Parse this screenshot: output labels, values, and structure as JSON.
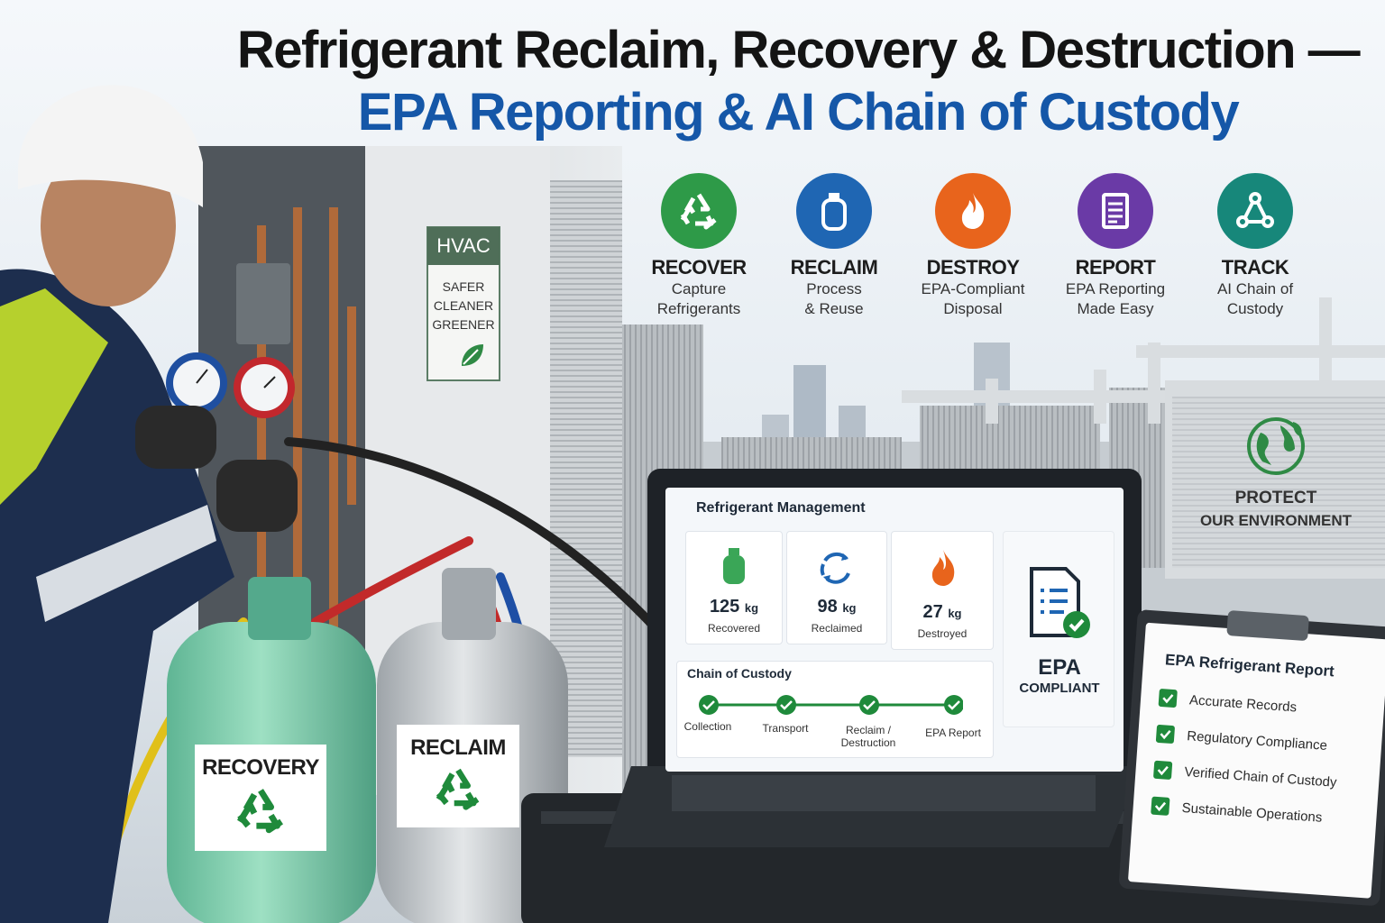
{
  "headline": {
    "line1": "Refrigerant Reclaim, Recovery & Destruction —",
    "line2": "EPA Reporting & AI Chain of Custody"
  },
  "steps": [
    {
      "title": "RECOVER",
      "sub1": "Capture",
      "sub2": "Refrigerants",
      "color": "#2e9a48",
      "icon": "recycle-icon"
    },
    {
      "title": "RECLAIM",
      "sub1": "Process",
      "sub2": "& Reuse",
      "color": "#1f66b3",
      "icon": "cylinder-icon"
    },
    {
      "title": "DESTROY",
      "sub1": "EPA-Compliant",
      "sub2": "Disposal",
      "color": "#e8641c",
      "icon": "flame-icon"
    },
    {
      "title": "REPORT",
      "sub1": "EPA Reporting",
      "sub2": "Made Easy",
      "color": "#6a3aa6",
      "icon": "document-icon"
    },
    {
      "title": "TRACK",
      "sub1": "AI Chain of",
      "sub2": "Custody",
      "color": "#17877a",
      "icon": "network-icon"
    }
  ],
  "hvac_sign": {
    "title": "HVAC",
    "line1": "SAFER",
    "line2": "CLEANER",
    "line3": "GREENER",
    "icon": "leaf-icon"
  },
  "tanks": {
    "recovery": "RECOVERY",
    "reclaim": "RECLAIM"
  },
  "protect_sign": {
    "line1": "PROTECT",
    "line2": "OUR ENVIRONMENT",
    "icon": "globe-icon"
  },
  "laptop": {
    "title": "Refrigerant Management",
    "stats": [
      {
        "value": "125",
        "unit": "kg",
        "label": "Recovered",
        "icon": "cylinder-icon",
        "color": "#3aa657"
      },
      {
        "value": "98",
        "unit": "kg",
        "label": "Reclaimed",
        "icon": "cycle-arrows-icon",
        "color": "#1f66b3"
      },
      {
        "value": "27",
        "unit": "kg",
        "label": "Destroyed",
        "icon": "flame-icon",
        "color": "#e8641c"
      }
    ],
    "epa": {
      "big": "EPA",
      "small": "COMPLIANT",
      "icon": "document-check-icon"
    },
    "chain": {
      "title": "Chain of Custody",
      "steps": [
        "Collection",
        "Transport",
        "Reclaim /\nDestruction",
        "EPA Report"
      ]
    }
  },
  "clipboard": {
    "title": "EPA Refrigerant Report",
    "items": [
      "Accurate Records",
      "Regulatory Compliance",
      "Verified Chain of Custody",
      "Sustainable Operations"
    ]
  }
}
